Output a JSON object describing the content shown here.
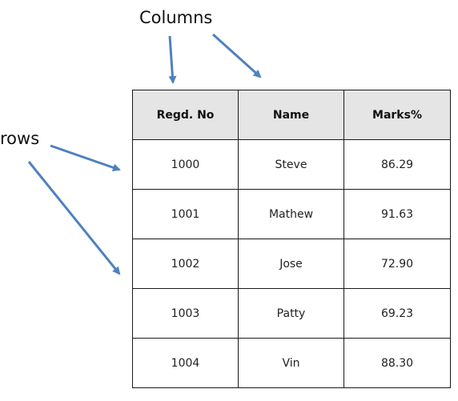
{
  "labels": {
    "columns": "Columns",
    "rows": "rows"
  },
  "colors": {
    "arrow": "#4f81bd",
    "header_bg": "#e5e5e5",
    "border": "#1a1a1a"
  },
  "table": {
    "headers": [
      "Regd. No",
      "Name",
      "Marks%"
    ],
    "rows": [
      [
        "1000",
        "Steve",
        "86.29"
      ],
      [
        "1001",
        "Mathew",
        "91.63"
      ],
      [
        "1002",
        "Jose",
        "72.90"
      ],
      [
        "1003",
        "Patty",
        "69.23"
      ],
      [
        "1004",
        "Vin",
        "88.30"
      ]
    ]
  }
}
